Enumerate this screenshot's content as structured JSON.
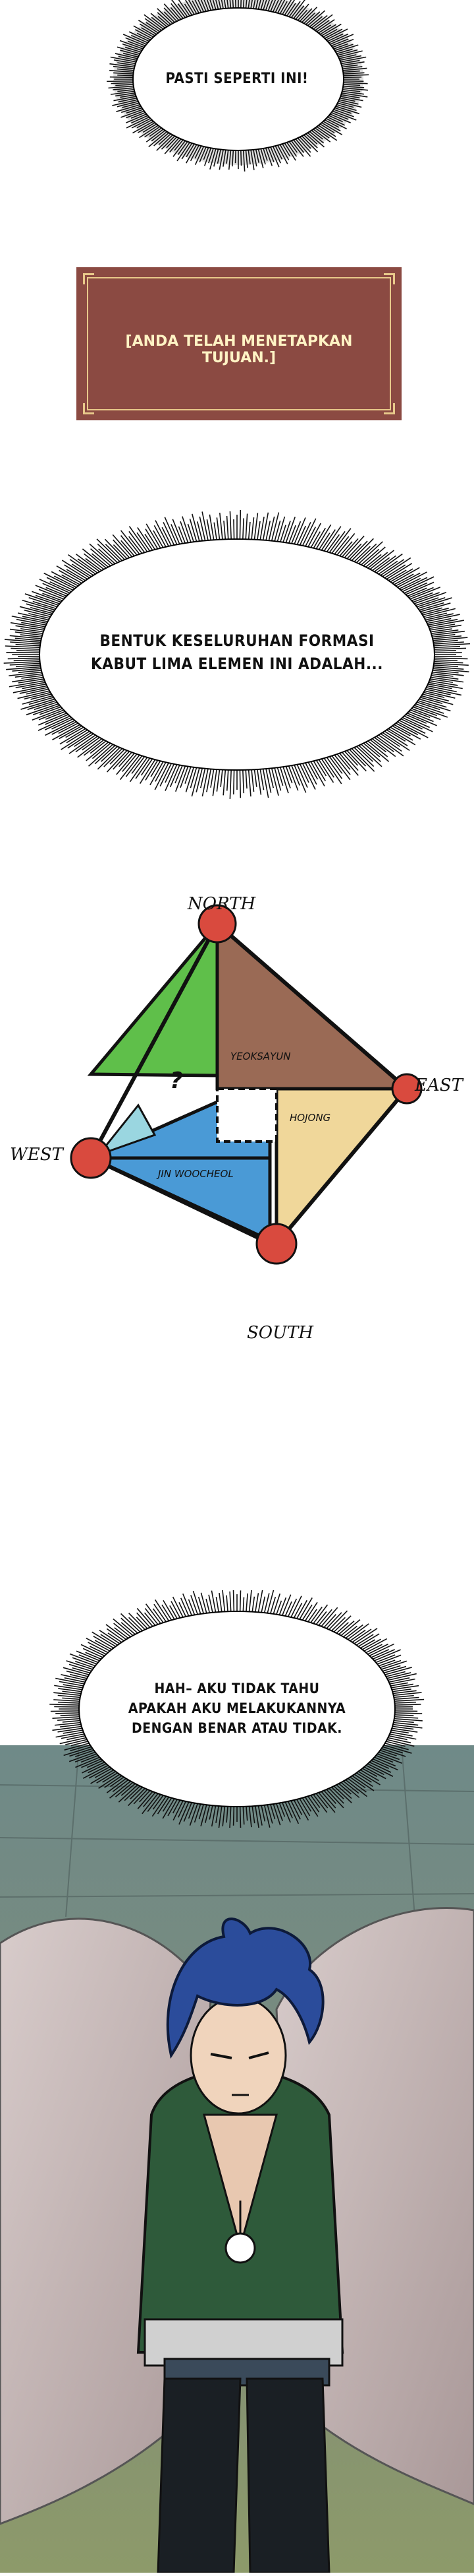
{
  "bubbles": {
    "b1": "PASTI SEPERTI INI!",
    "b2_line1": "BENTUK KESELURUHAN FORMASI",
    "b2_line2": "KABUT LIMA ELEMEN INI ADALAH...",
    "b3_line1": "HAH– AKU TIDAK TAHU",
    "b3_line2": "APAKAH AKU MELAKUKANNYA",
    "b3_line3": "DENGAN BENAR ATAU TIDAK."
  },
  "system_message": "[ANDA TELAH MENETAPKAN TUJUAN.]",
  "map": {
    "north": "NORTH",
    "east": "EAST",
    "west": "WEST",
    "south": "SOUTH",
    "region_ne": "YEOKSAYUN",
    "region_se": "HOJONG",
    "region_sw": "JIN WOOCHEOL",
    "region_nw": "?"
  },
  "colors": {
    "system_box": "#8b4a42",
    "system_frame": "#e8c98a",
    "region_ne": "#9a6a55",
    "region_se": "#f0d79a",
    "region_sw": "#4a9ad6",
    "region_nw": "#5fbf4a",
    "node": "#d94a3e"
  }
}
